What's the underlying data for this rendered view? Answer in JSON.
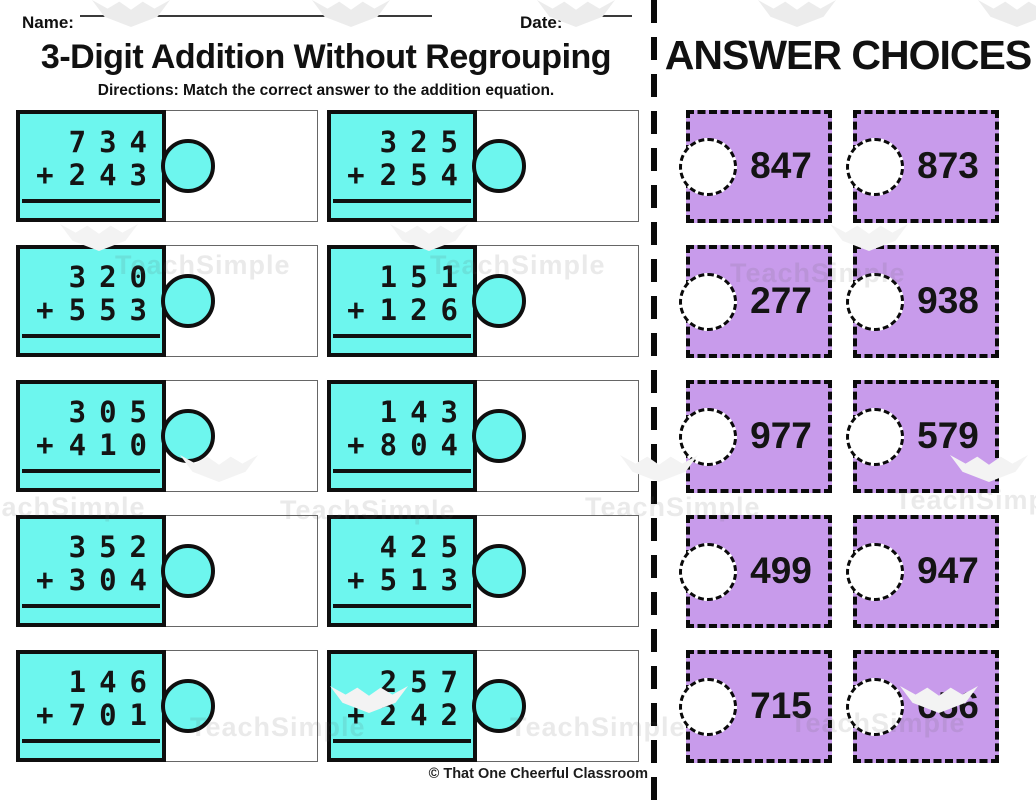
{
  "header": {
    "name_label": "Name:",
    "date_label": "Date:",
    "title": "3-Digit Addition Without Regrouping",
    "directions": "Directions: Match the correct answer to the addition equation."
  },
  "answer_panel": {
    "title": "ANSWER CHOICES"
  },
  "watermark": {
    "text": "TeachSimple"
  },
  "footer": {
    "credit": "© That One Cheerful Classroom"
  },
  "colors": {
    "problem_piece_fill": "#6df6ee",
    "answer_piece_fill": "#c89beb",
    "outline": "#0f0f0f"
  },
  "problems": [
    {
      "a": "734",
      "op": "+",
      "b": "243"
    },
    {
      "a": "325",
      "op": "+",
      "b": "254"
    },
    {
      "a": "320",
      "op": "+",
      "b": "553"
    },
    {
      "a": "151",
      "op": "+",
      "b": "126"
    },
    {
      "a": "305",
      "op": "+",
      "b": "410"
    },
    {
      "a": "143",
      "op": "+",
      "b": "804"
    },
    {
      "a": "352",
      "op": "+",
      "b": "304"
    },
    {
      "a": "425",
      "op": "+",
      "b": "513"
    },
    {
      "a": "146",
      "op": "+",
      "b": "701"
    },
    {
      "a": "257",
      "op": "+",
      "b": "242"
    }
  ],
  "answers": [
    {
      "value": "847"
    },
    {
      "value": "873"
    },
    {
      "value": "277"
    },
    {
      "value": "938"
    },
    {
      "value": "977"
    },
    {
      "value": "579"
    },
    {
      "value": "499"
    },
    {
      "value": "947"
    },
    {
      "value": "715"
    },
    {
      "value": "656"
    }
  ]
}
